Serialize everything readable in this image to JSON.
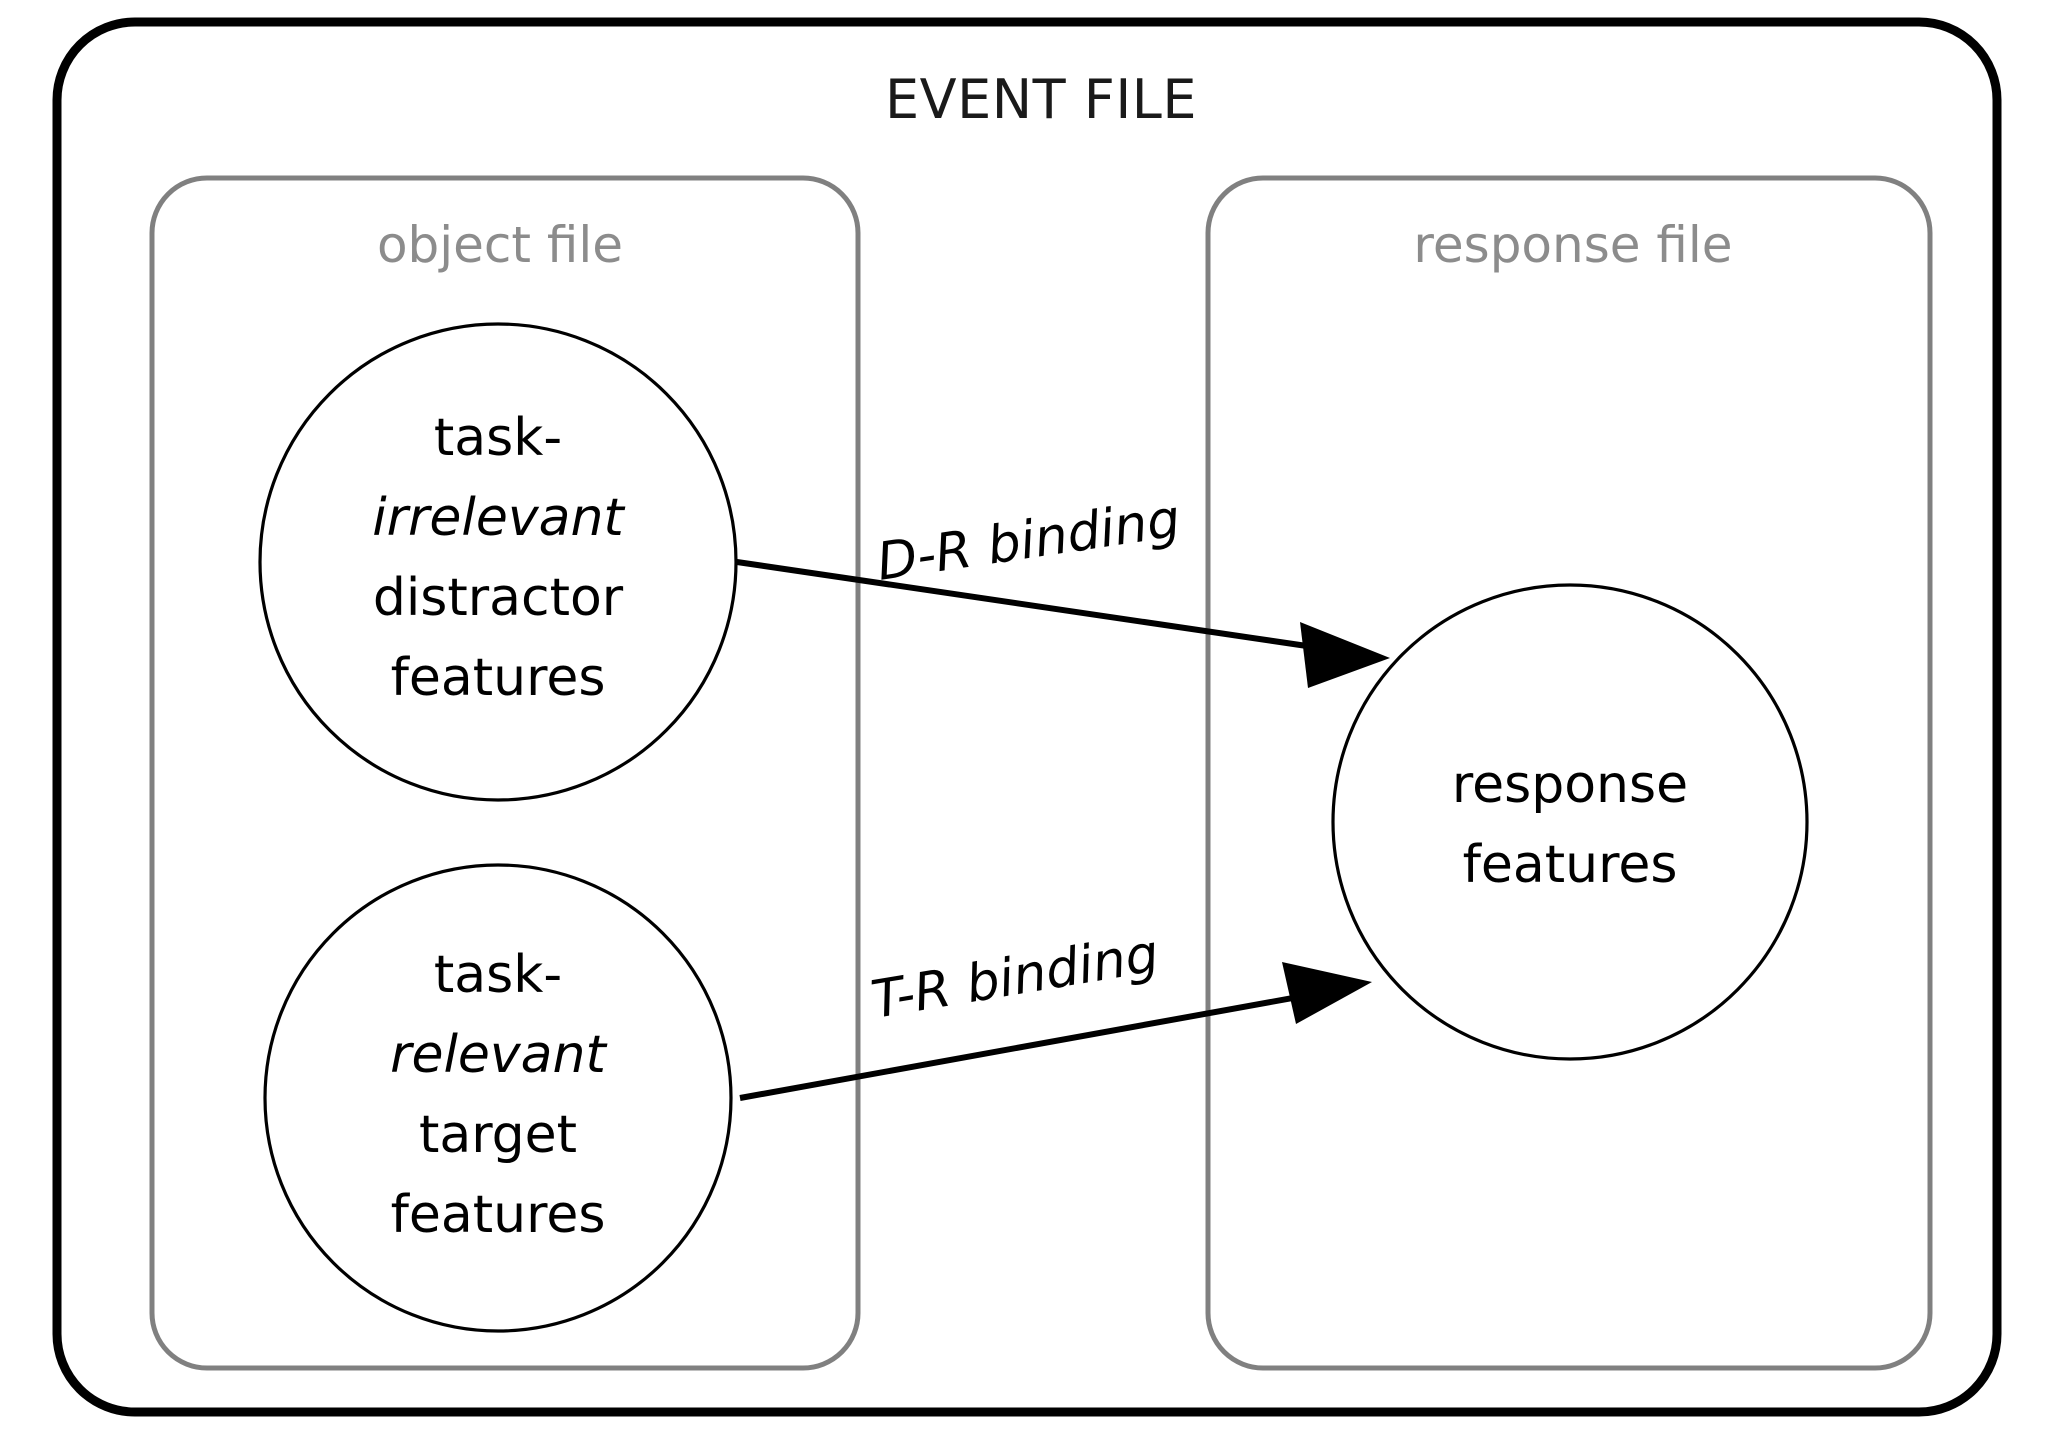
{
  "diagram": {
    "title": "EVENT FILE",
    "background_color": "#ffffff",
    "outer_border_color": "#000000",
    "subfile_border_color": "#808080",
    "subfile_label_color": "#8c8c8c",
    "text_color": "#000000",
    "subfiles": {
      "object_file": {
        "label": "object file",
        "nodes": {
          "distractor": {
            "line1": "task-",
            "line2": "irrelevant",
            "line3": "distractor",
            "line4": "features"
          },
          "target": {
            "line1": "task-",
            "line2": "relevant",
            "line3": "target",
            "line4": "features"
          }
        }
      },
      "response_file": {
        "label": "response file",
        "nodes": {
          "response": {
            "line1": "response",
            "line2": "features"
          }
        }
      }
    },
    "arrows": [
      {
        "label": "D-R binding",
        "from": "distractor",
        "to": "response"
      },
      {
        "label": "T-R binding",
        "from": "target",
        "to": "response"
      }
    ]
  }
}
